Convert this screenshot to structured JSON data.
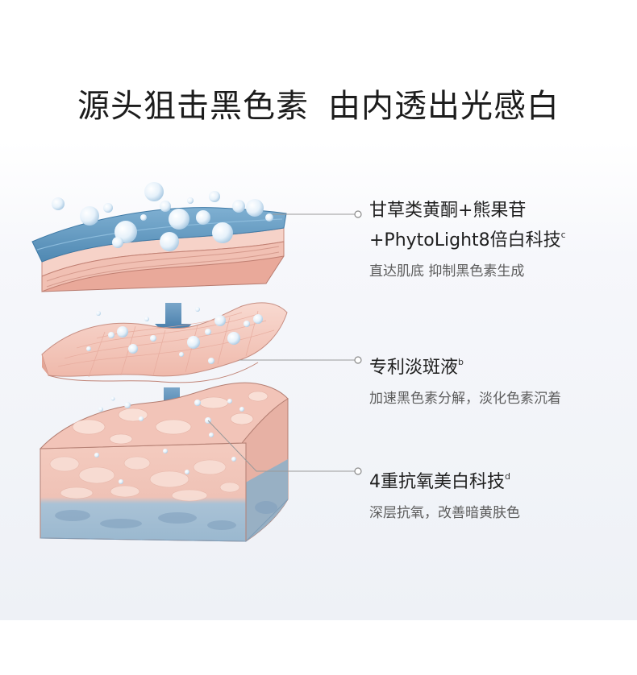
{
  "title": {
    "part1": "源头狙击黑色素",
    "part2": "由内透出光感白"
  },
  "callouts": [
    {
      "line1": "甘草类黄酮+熊果苷",
      "line2": "+PhytoLight8倍白科技",
      "sup": "c",
      "desc": "直达肌底 抑制黑色素生成"
    },
    {
      "line1": "专利淡斑液",
      "sup": "b",
      "desc": "加速黑色素分解，淡化色素沉着"
    },
    {
      "line1": "4重抗氧美白科技",
      "sup": "d",
      "desc": "深层抗氧，改善暗黄肤色"
    }
  ],
  "colors": {
    "top_layer_blue": "#5e97bd",
    "skin_pink": "#f3c8bd",
    "deep_layer_blue": "#9ab8cf",
    "arrow_blue": "#4a7fae",
    "title_text": "#1c1c1c",
    "desc_text": "#5c5c5c"
  },
  "icons": [
    "down-arrow-icon",
    "bubble-icon",
    "connector-dot-icon"
  ]
}
